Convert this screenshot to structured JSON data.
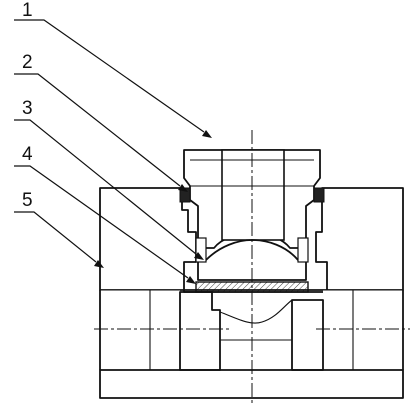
{
  "callouts": [
    {
      "id": "1",
      "text": "1"
    },
    {
      "id": "2",
      "text": "2"
    },
    {
      "id": "3",
      "text": "3"
    },
    {
      "id": "4",
      "text": "4"
    },
    {
      "id": "5",
      "text": "5"
    }
  ],
  "colors": {
    "line": "#111111",
    "background": "#ffffff"
  },
  "hatch": "diagonal-45"
}
